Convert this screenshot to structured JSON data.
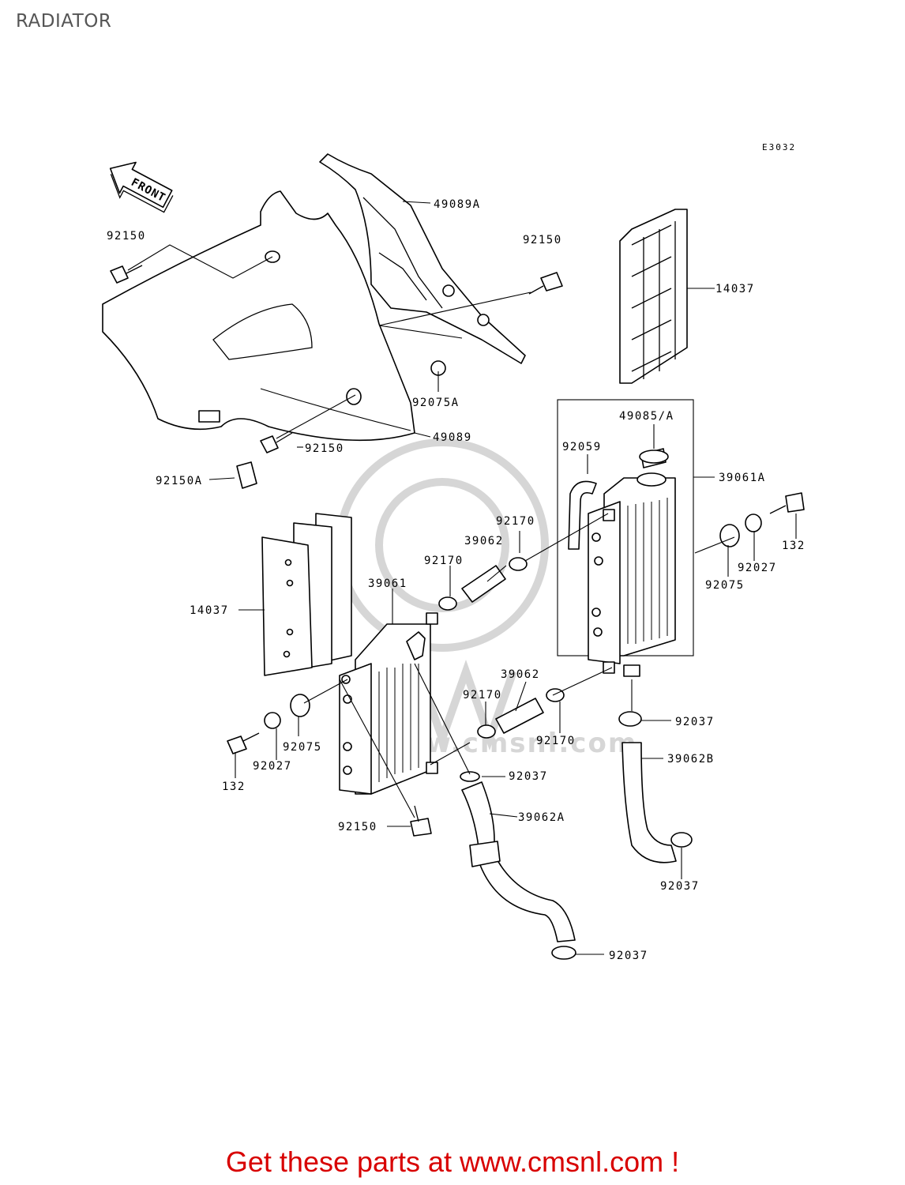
{
  "page": {
    "title": "RADIATOR",
    "diagram_code": "E3032",
    "front_label": "FRONT",
    "footer": "Get these parts at www.cmsnl.com !"
  },
  "watermark": {
    "text": "www.cmsnl.com",
    "color": "#d6d6d6"
  },
  "colors": {
    "footer": "#d80000",
    "title": "#555555",
    "line": "#000000"
  },
  "part_labels": [
    "49089A",
    "92150",
    "92150",
    "14037",
    "92075A",
    "49089",
    "92150",
    "92150A",
    "49085/A",
    "92059",
    "39061A",
    "132",
    "92170",
    "39062",
    "92027",
    "92170",
    "92075",
    "39061",
    "14037",
    "39062",
    "92170",
    "92037",
    "92170",
    "92027",
    "92075",
    "132",
    "92037",
    "39062B",
    "39062A",
    "92150",
    "92037",
    "92037"
  ]
}
